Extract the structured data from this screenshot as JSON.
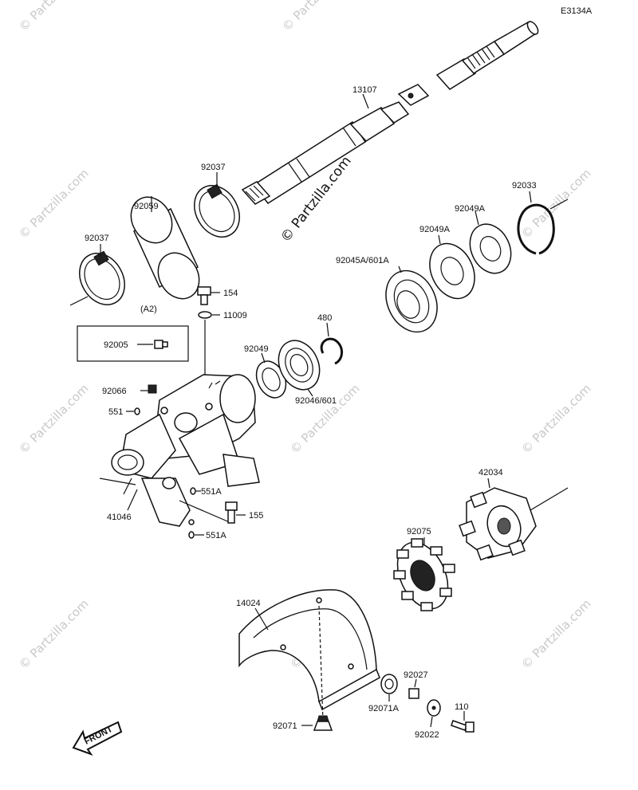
{
  "diagram": {
    "ref_code": "E3134A",
    "watermark": "© Partzilla.com",
    "center_watermark": "© Partzilla.com",
    "front_label": "FRONT",
    "parts": {
      "p13107": "13107",
      "p92037_top": "92037",
      "p92059": "92059",
      "p92037_left": "92037",
      "p154": "154",
      "p11009": "11009",
      "a2": "(A2)",
      "p92005": "92005",
      "p92066": "92066",
      "p551": "551",
      "p551a_1": "551A",
      "p155": "155",
      "p551a_2": "551A",
      "p41046": "41046",
      "p480": "480",
      "p92049": "92049",
      "p92046": "92046/601",
      "p92045a": "92045A/601A",
      "p92049a_1": "92049A",
      "p92049a_2": "92049A",
      "p92033": "92033",
      "p42034": "42034",
      "p92075": "92075",
      "p14024": "14024",
      "p92027": "92027",
      "p92071a": "92071A",
      "p110": "110",
      "p92022": "92022",
      "p92071": "92071"
    }
  }
}
